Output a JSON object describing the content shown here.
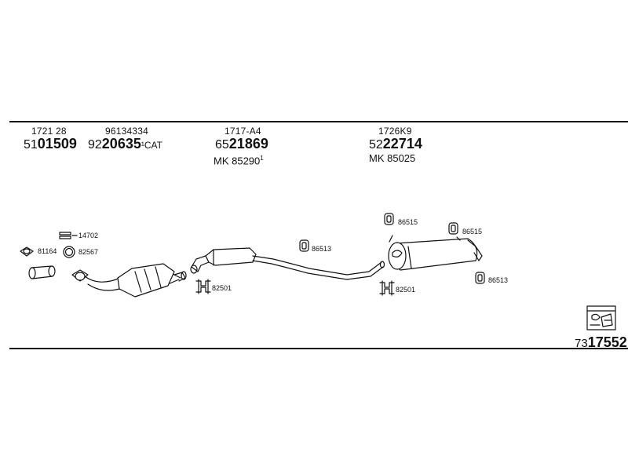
{
  "parts": [
    {
      "ref": "1721 28",
      "prefix": "51",
      "number": "01509",
      "suffix": "",
      "mk": "",
      "mk_sup": ""
    },
    {
      "ref": "96134334",
      "prefix": "92",
      "number": "20635",
      "suffix": "¹CAT",
      "mk": "",
      "mk_sup": ""
    },
    {
      "ref": "1717-A4",
      "prefix": "65",
      "number": "21869",
      "suffix": "",
      "mk": "MK 85290",
      "mk_sup": "1"
    },
    {
      "ref": "1726K9",
      "prefix": "52",
      "number": "22714",
      "suffix": "",
      "mk": "MK 85025",
      "mk_sup": ""
    }
  ],
  "labels": {
    "l14702": "14702",
    "l81164": "81164",
    "l82567": "82567",
    "l82501a": "82501",
    "l86513a": "86513",
    "l86515a": "86515",
    "l86515b": "86515",
    "l82501b": "82501",
    "l86513b": "86513"
  },
  "total": {
    "prefix": "73",
    "number": "17552"
  }
}
